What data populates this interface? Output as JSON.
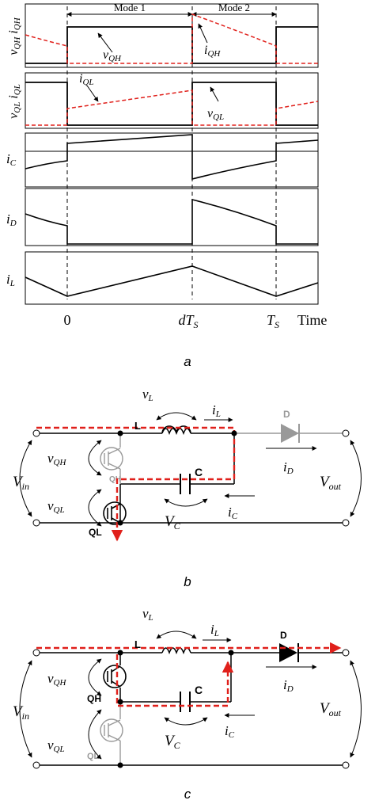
{
  "waveforms": {
    "mode1_label": "Mode 1",
    "mode2_label": "Mode 2",
    "time_ticks": [
      "0",
      "dT",
      "T"
    ],
    "tick_subscript": "S",
    "time_label": "Time",
    "panel_a_caption": "a",
    "rows": [
      {
        "axis_v": "v",
        "axis_v_sub": "QH",
        "axis_i": "i",
        "axis_i_sub": "QH",
        "label_v": "v",
        "label_v_sub": "QH",
        "label_i": "i",
        "label_i_sub": "QH"
      },
      {
        "axis_v": "v",
        "axis_v_sub": "QL",
        "axis_i": "i",
        "axis_i_sub": "QL",
        "label_v": "v",
        "label_v_sub": "QL",
        "label_i": "i",
        "label_i_sub": "QL"
      },
      {
        "axis": "i",
        "axis_sub": "C"
      },
      {
        "axis": "i",
        "axis_sub": "D"
      },
      {
        "axis": "i",
        "axis_sub": "L"
      }
    ]
  },
  "circuit_b": {
    "caption": "b",
    "L": "L",
    "C": "C",
    "D": "D",
    "QH": "QH",
    "QL": "QL",
    "vL": "v",
    "vL_sub": "L",
    "iL": "i",
    "iL_sub": "L",
    "iD": "i",
    "iD_sub": "D",
    "iC": "i",
    "iC_sub": "C",
    "vQH": "v",
    "vQH_sub": "QH",
    "vQL": "v",
    "vQL_sub": "QL",
    "Vin": "V",
    "Vin_sub": "in",
    "Vout": "V",
    "Vout_sub": "out",
    "VC": "V",
    "VC_sub": "C"
  },
  "circuit_c": {
    "caption": "c",
    "L": "L",
    "C": "C",
    "D": "D",
    "QH": "QH",
    "QL": "QL",
    "vL": "v",
    "vL_sub": "L",
    "iL": "i",
    "iL_sub": "L",
    "iD": "i",
    "iD_sub": "D",
    "iC": "i",
    "iC_sub": "C",
    "vQH": "v",
    "vQH_sub": "QH",
    "vQL": "v",
    "vQL_sub": "QL",
    "Vin": "V",
    "Vin_sub": "in",
    "Vout": "V",
    "Vout_sub": "out",
    "VC": "V",
    "VC_sub": "C"
  },
  "colors": {
    "current_path": "#e0201b",
    "inactive": "#999999",
    "ink": "#000000"
  }
}
